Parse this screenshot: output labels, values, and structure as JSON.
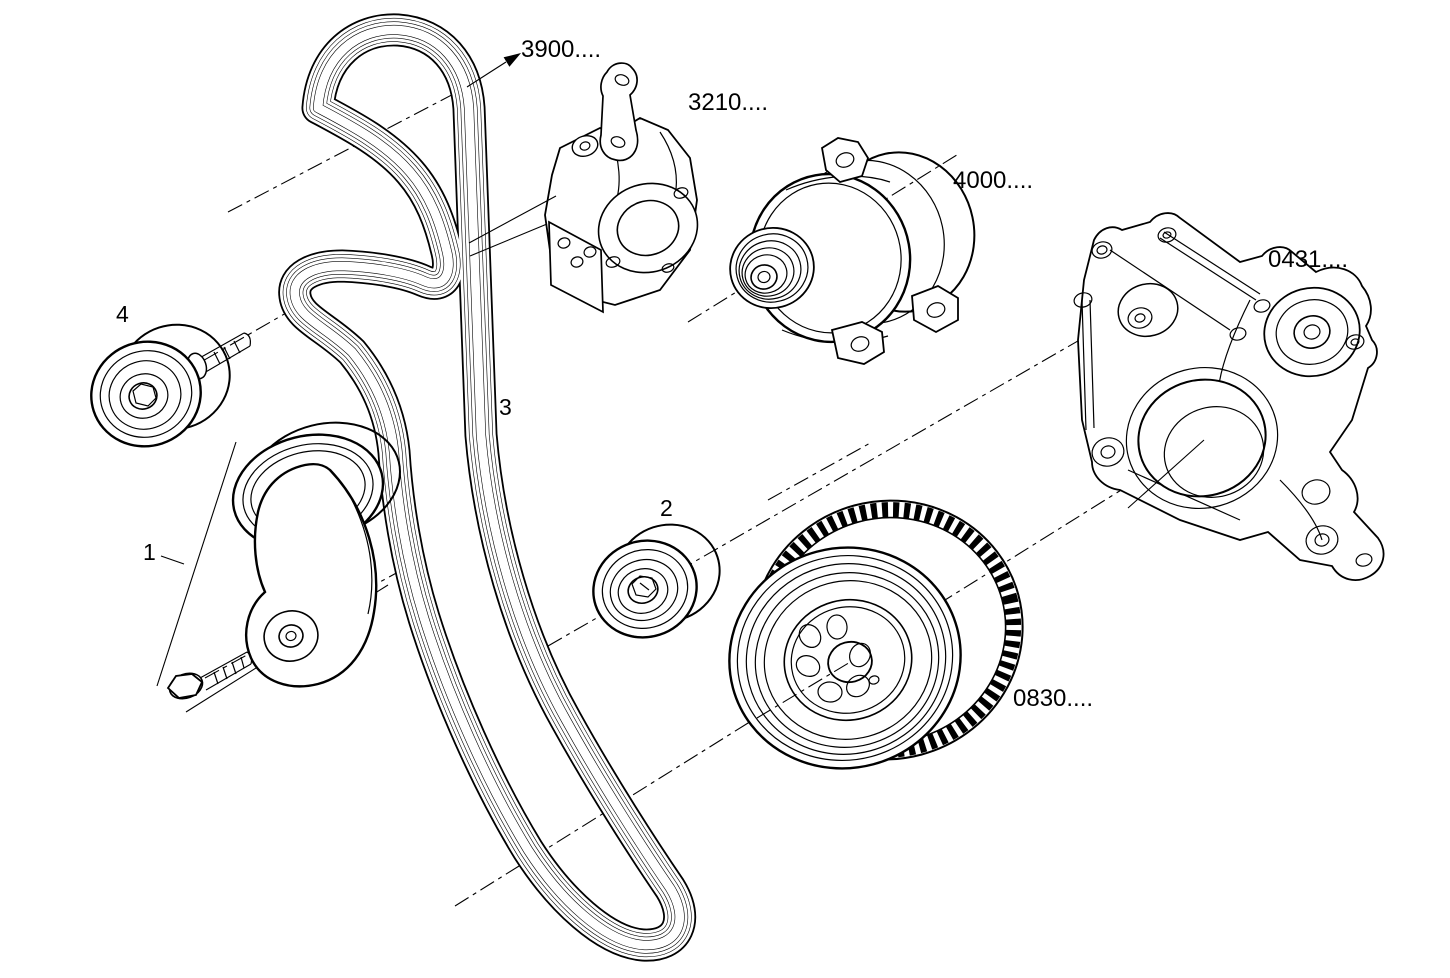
{
  "page": {
    "background": "#ffffff",
    "ink": "#000000",
    "kind": "exploded parts line drawing, belt drive group"
  },
  "labels": {
    "ref_3900": "3900....",
    "ref_3210": "3210....",
    "ref_4000": "4000....",
    "ref_0431": "0431....",
    "ref_0830": "0830....",
    "item_1": "1",
    "item_2": "2",
    "item_3": "3",
    "item_4": "4"
  }
}
